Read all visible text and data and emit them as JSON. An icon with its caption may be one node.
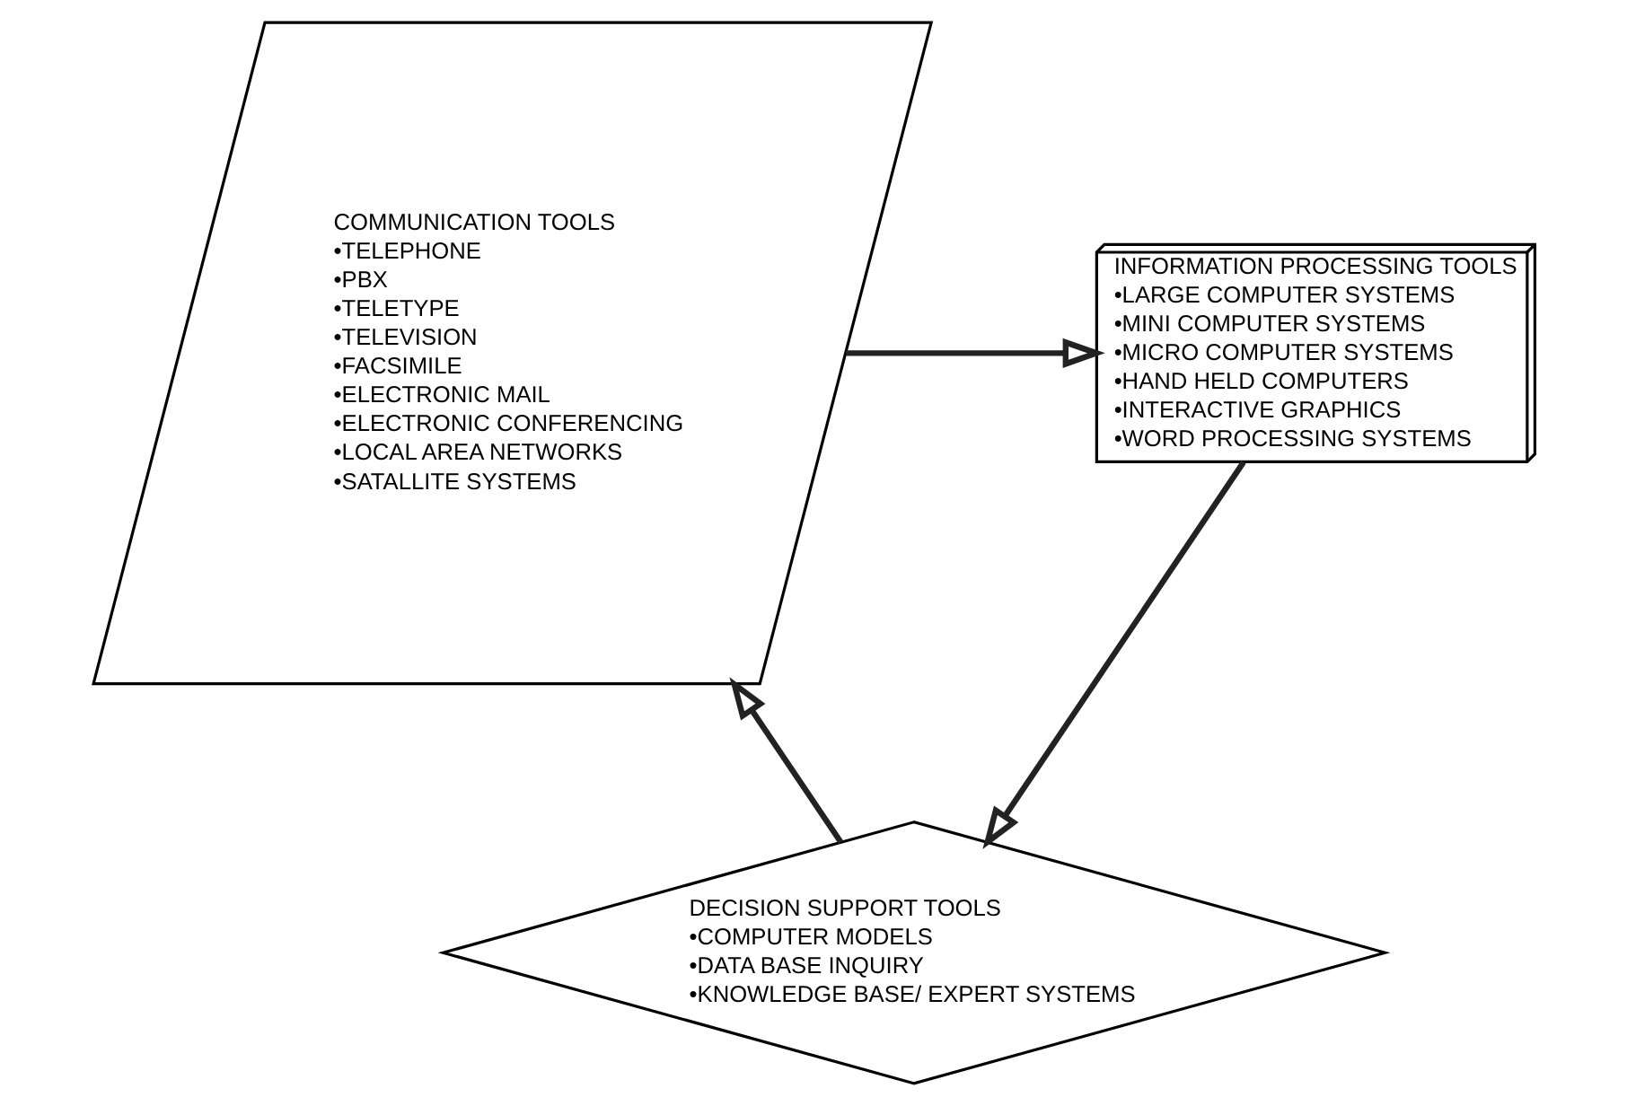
{
  "diagram": {
    "nodes": [
      {
        "text": [
          "COMMUNICATION TOOLS",
          "•TELEPHONE",
          "•PBX",
          "•TELETYPE",
          "•TELEVISION",
          "•FACSIMILE",
          "•ELECTRONIC MAIL",
          "•ELECTRONIC CONFERENCING",
          "•LOCAL AREA NETWORKS",
          "•SATALLITE SYSTEMS"
        ]
      },
      {
        "text": [
          "INFORMATION PROCESSING TOOLS",
          "•LARGE COMPUTER SYSTEMS",
          "•MINI COMPUTER SYSTEMS",
          "•MICRO COMPUTER SYSTEMS",
          "•HAND HELD COMPUTERS",
          "•INTERACTIVE GRAPHICS",
          "•WORD PROCESSING SYSTEMS"
        ]
      },
      {
        "text": [
          "DECISION SUPPORT TOOLS",
          "•COMPUTER MODELS",
          "•DATA BASE INQUIRY",
          "•KNOWLEDGE BASE/ EXPERT SYSTEMS"
        ]
      }
    ],
    "edges": [
      {
        "from": 0,
        "to": 1,
        "arrow": "to"
      },
      {
        "from": 1,
        "to": 2,
        "arrow": "to"
      },
      {
        "from": 2,
        "to": 0,
        "arrow": "to"
      }
    ]
  }
}
